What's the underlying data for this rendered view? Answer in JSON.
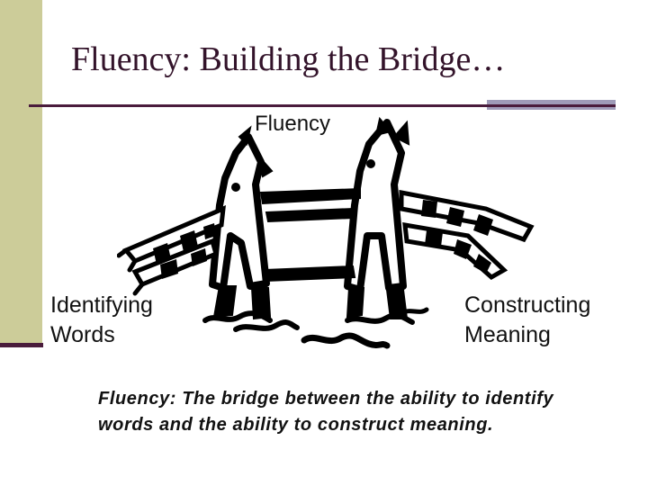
{
  "slide": {
    "title": "Fluency: Building the Bridge…",
    "top_label": "Fluency",
    "left_label_line1": "Identifying",
    "left_label_line2": "Words",
    "right_label_line1": "Constructing",
    "right_label_line2": "Meaning",
    "caption": "Fluency: The bridge between the ability to identify words and the ability to construct meaning."
  },
  "colors": {
    "band": "#cccc99",
    "rule": "#4a1c3c",
    "accent": "#9f9bb8",
    "ink": "#000000"
  },
  "illustration": {
    "icon": "tower-bridge-icon"
  }
}
